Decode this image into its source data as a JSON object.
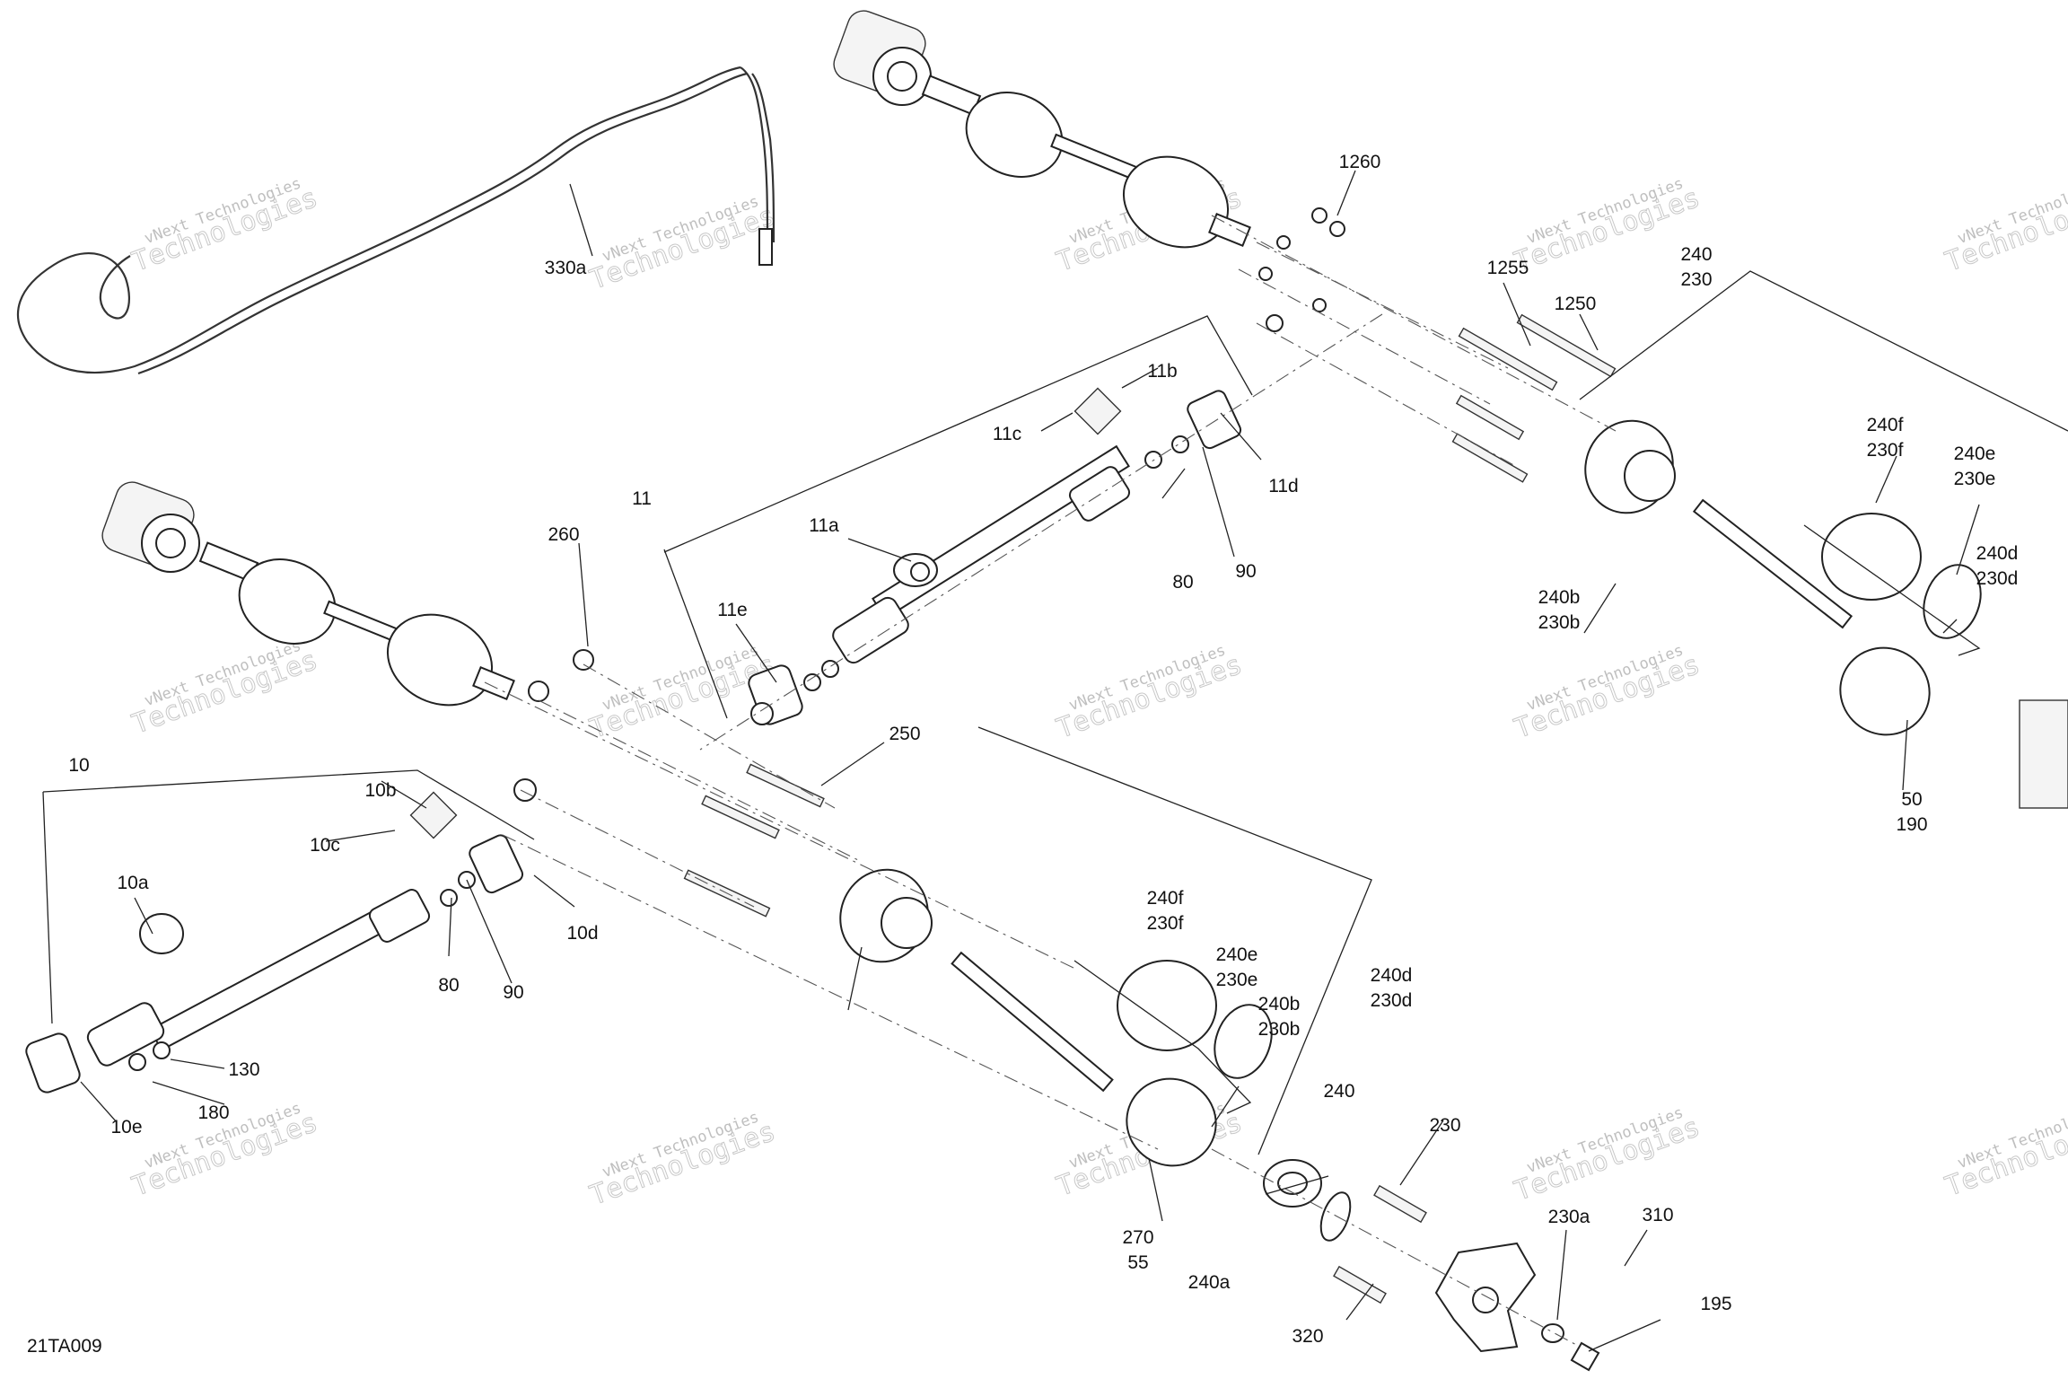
{
  "diagram": {
    "reference_code": "21TA009",
    "watermark": {
      "line1": "vNext Technologies",
      "line2": "Technologies"
    },
    "callouts": [
      "330a",
      "1260",
      "240",
      "230",
      "1255",
      "1250",
      "11b",
      "11c",
      "11d",
      "240f",
      "230f",
      "240e",
      "230e",
      "11",
      "11a",
      "260",
      "80",
      "90",
      "240b",
      "230b",
      "240d",
      "230d",
      "11e",
      "250",
      "10",
      "10b",
      "10c",
      "10a",
      "10d",
      "80",
      "90",
      "130",
      "180",
      "10e",
      "240f",
      "230f",
      "240e",
      "230e",
      "240b",
      "230b",
      "240d",
      "230d",
      "240",
      "230",
      "270",
      "55",
      "240a",
      "230a",
      "310",
      "320",
      "195",
      "50",
      "190",
      "240a",
      "230a"
    ]
  }
}
